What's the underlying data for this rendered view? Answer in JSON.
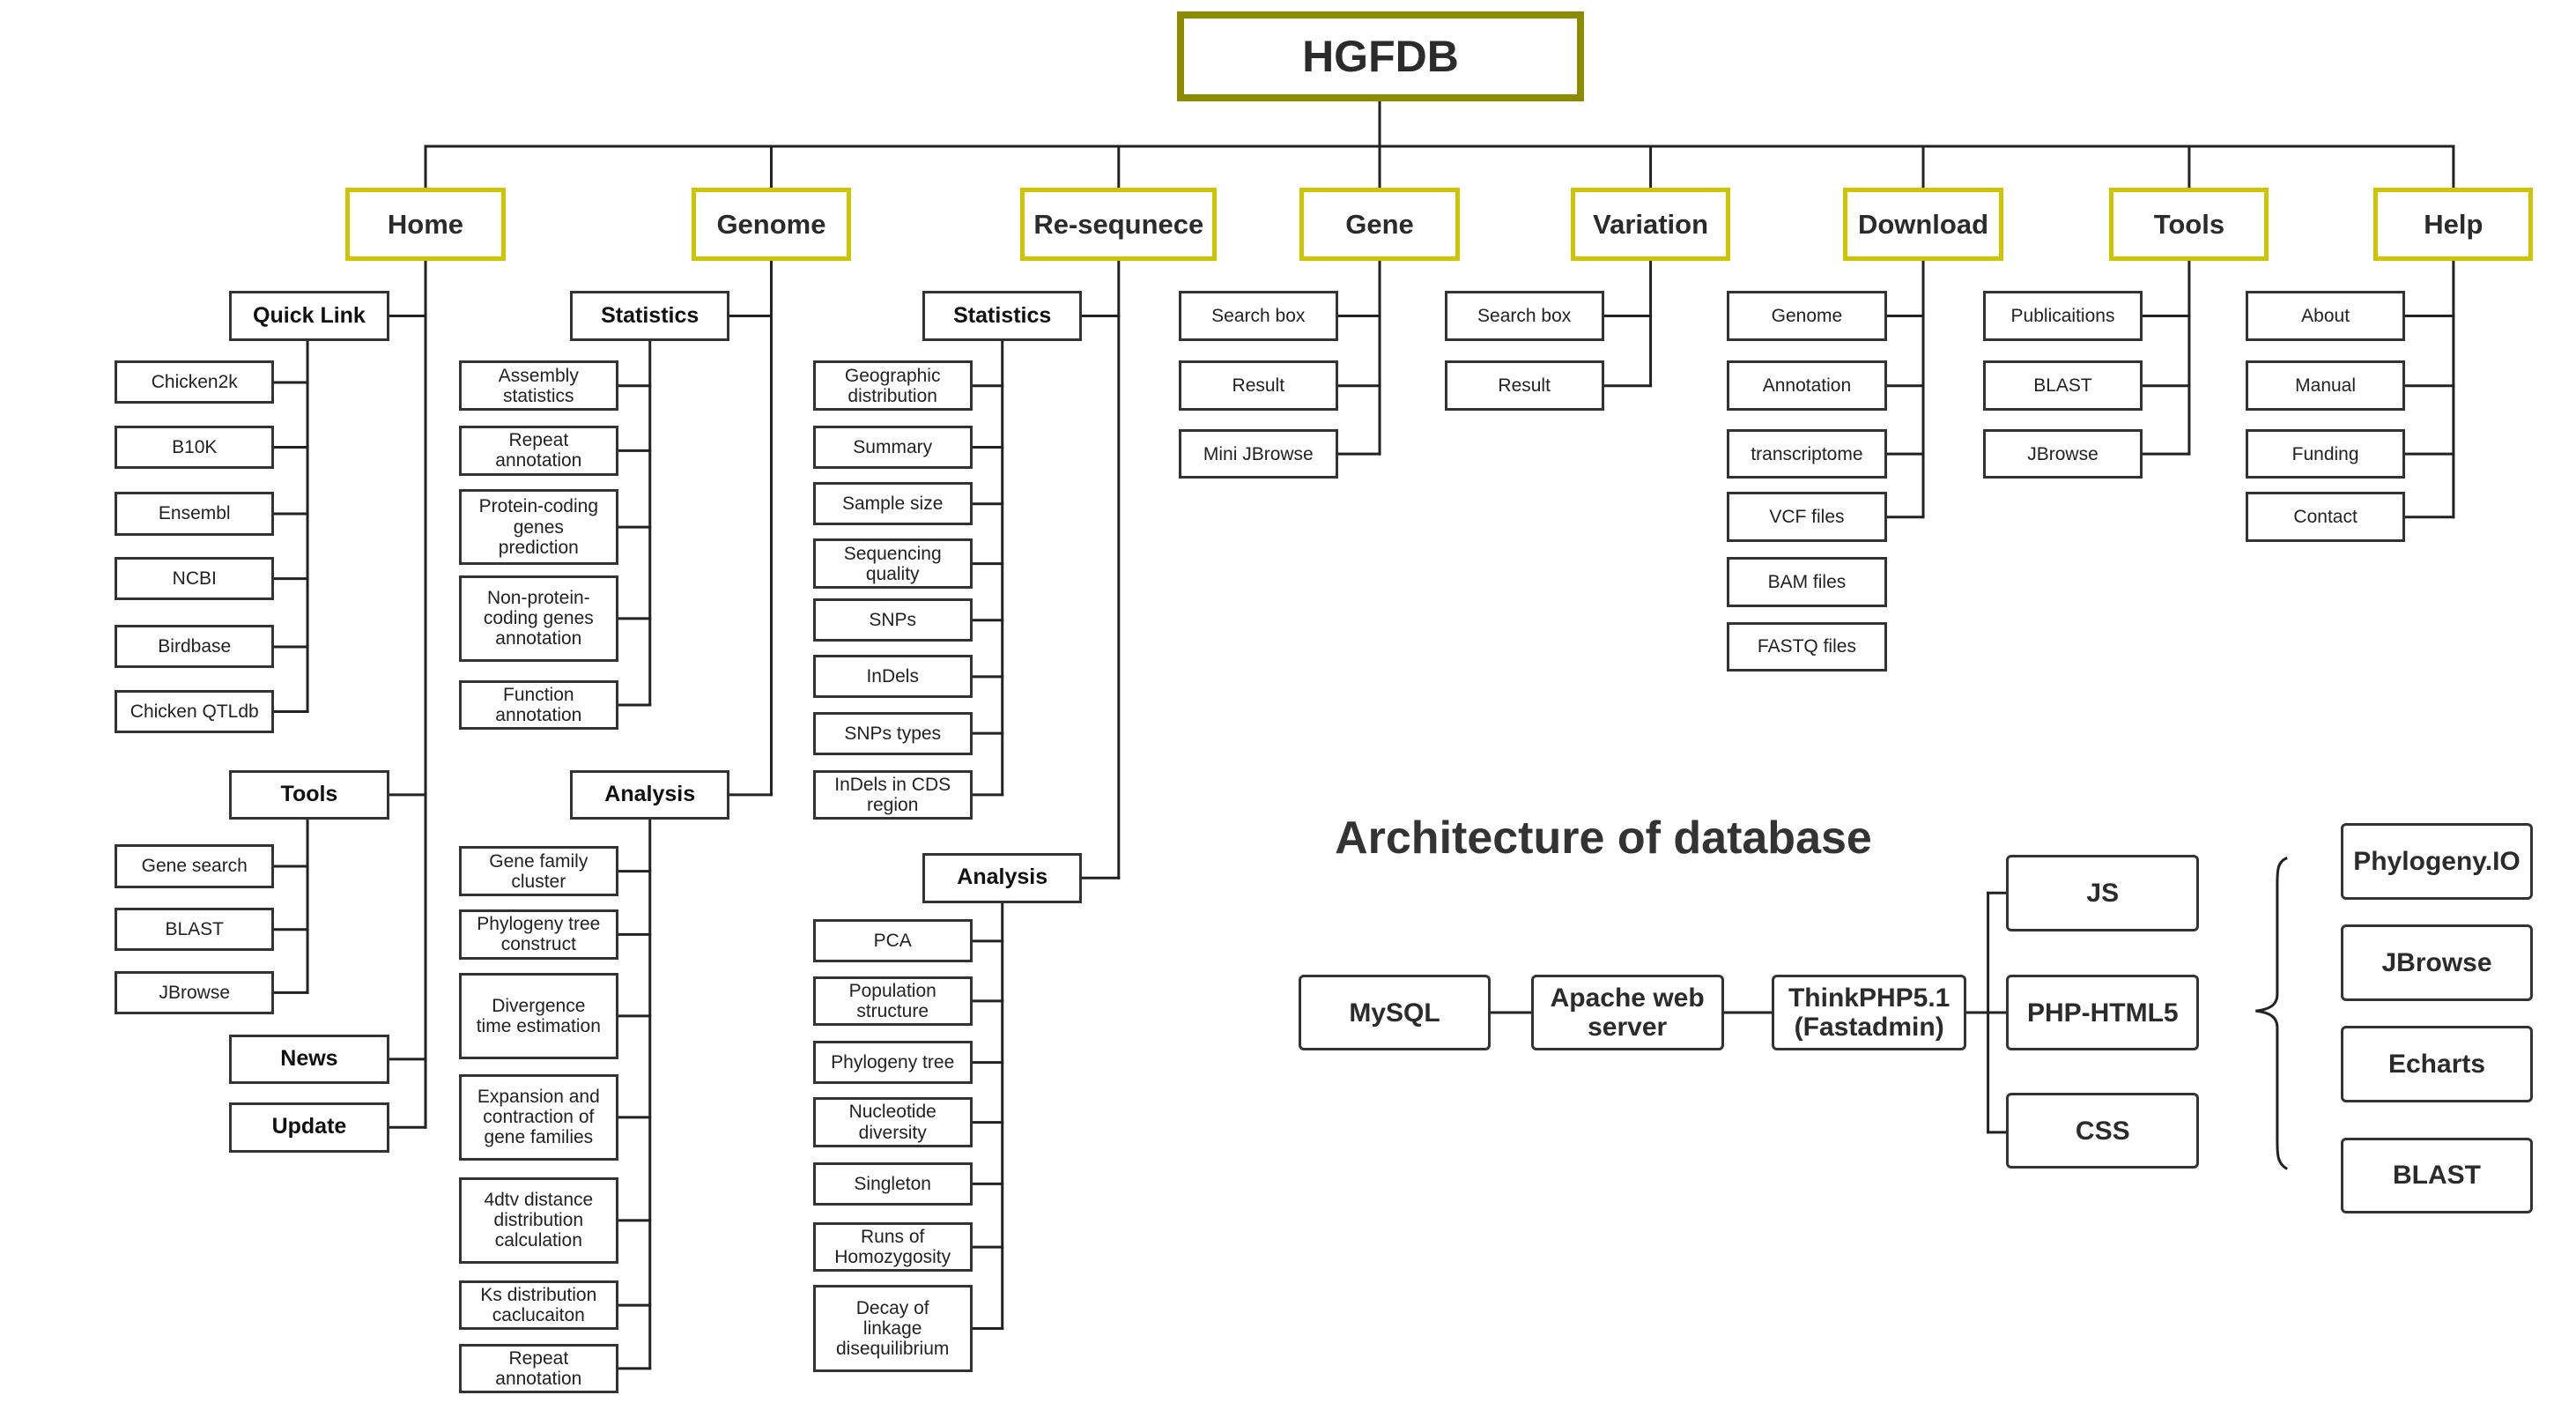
{
  "title": "HGFDB",
  "sections": {
    "home": {
      "label": "Home",
      "quick_link": {
        "label": "Quick Link",
        "items": [
          "Chicken2k",
          "B10K",
          "Ensembl",
          "NCBI",
          "Birdbase",
          "Chicken QTLdb"
        ]
      },
      "tools": {
        "label": "Tools",
        "items": [
          "Gene search",
          "BLAST",
          "JBrowse"
        ]
      },
      "news": "News",
      "update": "Update"
    },
    "genome": {
      "label": "Genome",
      "statistics": {
        "label": "Statistics",
        "items": [
          [
            "Assembly",
            "statistics"
          ],
          [
            "Repeat",
            "annotation"
          ],
          [
            "Protein-coding",
            "genes",
            "prediction"
          ],
          [
            "Non-protein-",
            "coding genes",
            "annotation"
          ],
          [
            "Function",
            "annotation"
          ]
        ]
      },
      "analysis": {
        "label": "Analysis",
        "items": [
          [
            "Gene family",
            "cluster"
          ],
          [
            "Phylogeny tree",
            "construct"
          ],
          [
            "Divergence",
            "time estimation"
          ],
          [
            "Expansion and",
            "contraction of",
            "gene families"
          ],
          [
            "4dtv distance",
            "distribution",
            "calculation"
          ],
          [
            "Ks distribution",
            "caclucaiton"
          ],
          [
            "Repeat",
            "annotation"
          ]
        ]
      }
    },
    "resequence": {
      "label": "Re-sequnece",
      "statistics": {
        "label": "Statistics",
        "items": [
          [
            "Geographic",
            "distribution"
          ],
          [
            "Summary"
          ],
          [
            "Sample size"
          ],
          [
            "Sequencing",
            "quality"
          ],
          [
            "SNPs"
          ],
          [
            "InDels"
          ],
          [
            "SNPs types"
          ],
          [
            "InDels in CDS",
            "region"
          ]
        ]
      },
      "analysis": {
        "label": "Analysis",
        "items": [
          [
            "PCA"
          ],
          [
            "Population",
            "structure"
          ],
          [
            "Phylogeny tree"
          ],
          [
            "Nucleotide",
            "diversity"
          ],
          [
            "Singleton"
          ],
          [
            "Runs of",
            "Homozygosity"
          ],
          [
            "Decay of",
            "linkage",
            "disequilibrium"
          ]
        ]
      }
    },
    "gene": {
      "label": "Gene",
      "items": [
        "Search box",
        "Result",
        "Mini JBrowse"
      ]
    },
    "variation": {
      "label": "Variation",
      "items": [
        "Search box",
        "Result"
      ]
    },
    "download": {
      "label": "Download",
      "items": [
        "Genome",
        "Annotation",
        "transcriptome",
        "VCF files",
        "BAM files",
        "FASTQ files"
      ]
    },
    "tools": {
      "label": "Tools",
      "items": [
        "Publicaitions",
        "BLAST",
        "JBrowse"
      ]
    },
    "help": {
      "label": "Help",
      "items": [
        "About",
        "Manual",
        "Funding",
        "Contact"
      ]
    }
  },
  "architecture": {
    "title": "Architecture of database",
    "mysql": "MySQL",
    "apache": [
      "Apache web",
      "server"
    ],
    "thinkphp": [
      "ThinkPHP5.1",
      "(Fastadmin)"
    ],
    "frontend": [
      "JS",
      "PHP-HTML5",
      "CSS"
    ],
    "libs": [
      "Phylogeny.IO",
      "JBrowse",
      "Echarts",
      "BLAST"
    ]
  },
  "colors": {
    "title_border": "#8c8c00",
    "section_border": "#cfc400",
    "line": "#222222"
  }
}
